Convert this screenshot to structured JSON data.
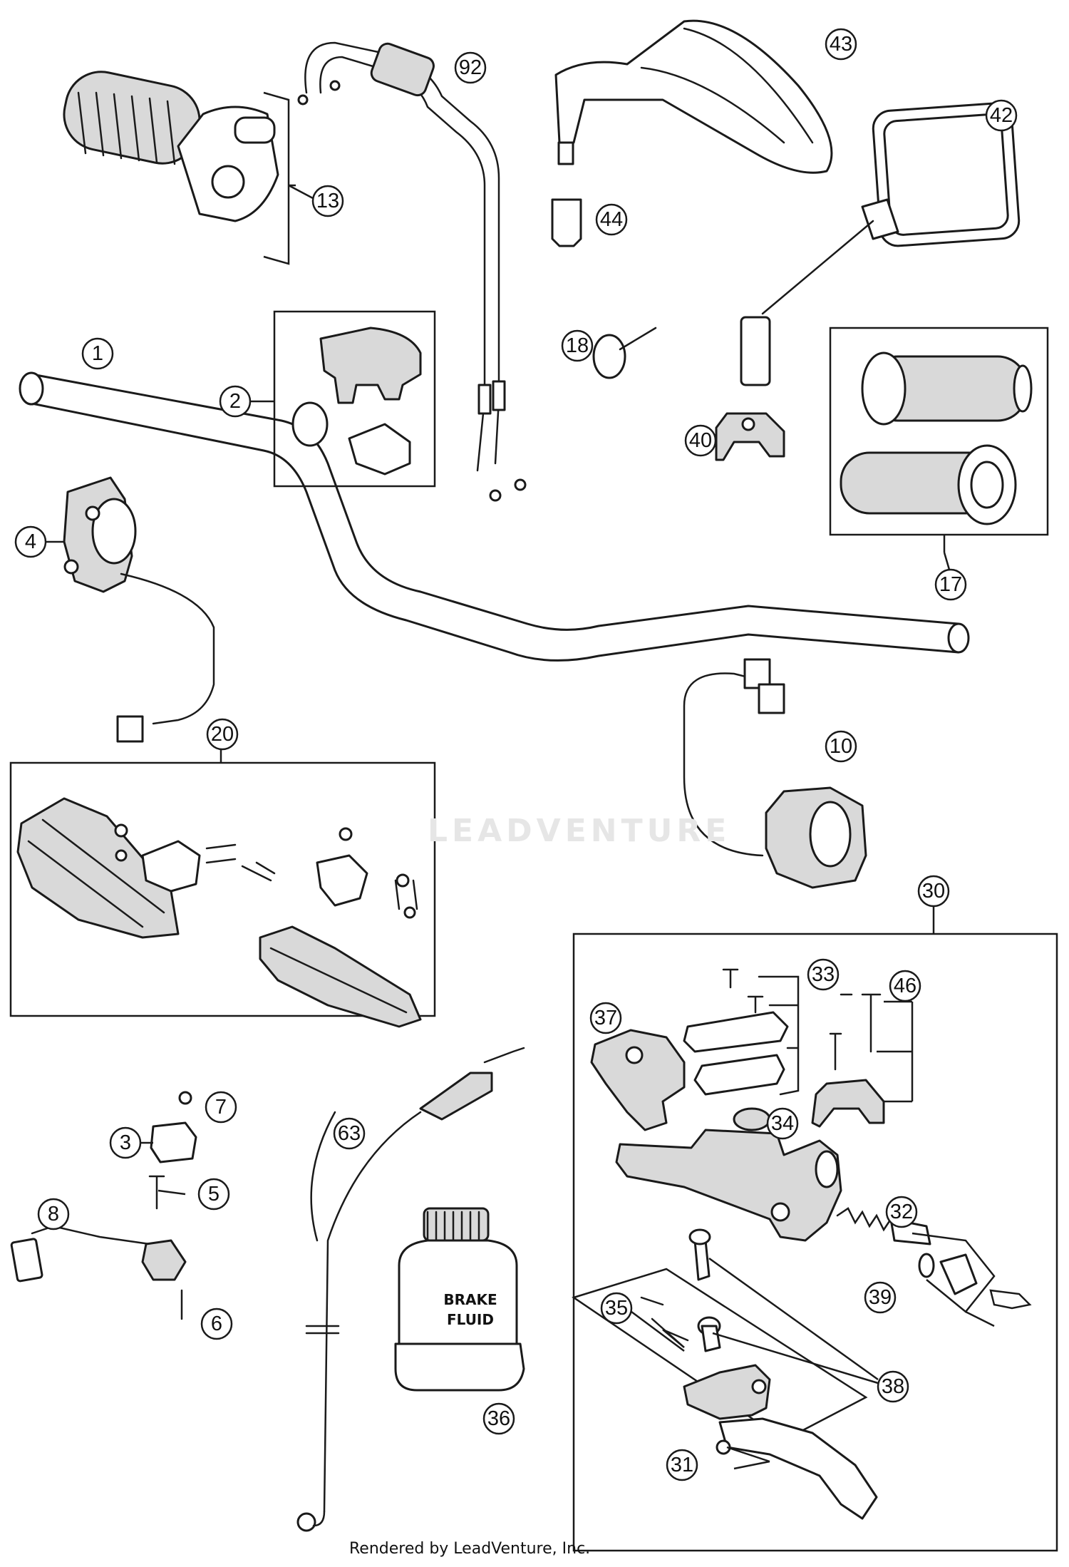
{
  "diagram": {
    "callouts": [
      "1",
      "2",
      "3",
      "4",
      "5",
      "6",
      "7",
      "8",
      "10",
      "13",
      "17",
      "18",
      "20",
      "30",
      "31",
      "32",
      "33",
      "34",
      "35",
      "36",
      "37",
      "38",
      "39",
      "40",
      "42",
      "43",
      "44",
      "46",
      "63",
      "92"
    ],
    "bottle_label_line1": "BRAKE",
    "bottle_label_line2": "FLUID",
    "watermark": "LEADVENTURE",
    "credit": "Rendered by LeadVenture, Inc.",
    "colors": {
      "line": "#1a1a1a",
      "fill_gray": "#d9d9d9",
      "watermark": "#e6e6e6"
    }
  }
}
